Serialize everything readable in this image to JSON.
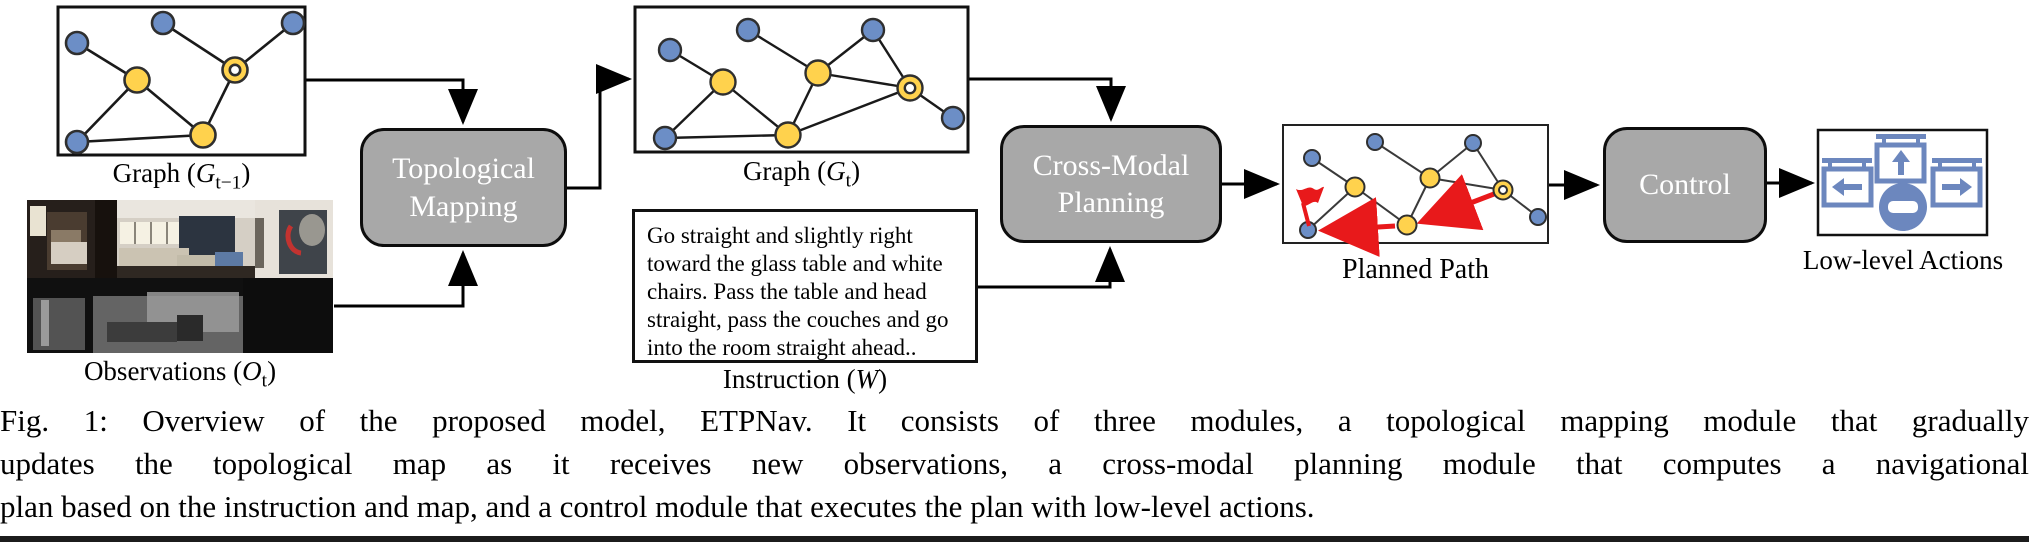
{
  "figure": {
    "graph_prev": {
      "label_prefix": "Graph (",
      "label_var": "G",
      "label_sub": "t−1",
      "label_suffix": ")"
    },
    "graph_cur": {
      "label_prefix": "Graph (",
      "label_var": "G",
      "label_sub": "t",
      "label_suffix": ")"
    },
    "observations": {
      "label_prefix": "Observations (",
      "label_var": "O",
      "label_sub": "t",
      "label_suffix": ")"
    },
    "instruction": {
      "text": "Go straight and slightly right\ntoward the glass table and white\nchairs. Pass the table and head\nstraight, pass the couches and go\ninto the room straight ahead..",
      "label_prefix": "Instruction (",
      "label_var": "W",
      "label_suffix": ")"
    },
    "modules": {
      "topological_mapping": "Topological\nMapping",
      "cross_modal_planning": "Cross-Modal\nPlanning",
      "control": "Control"
    },
    "planned_path_label": "Planned Path",
    "low_level_actions_label": "Low-level Actions",
    "icons": [
      "left-arrow-sign",
      "up-arrow-sign",
      "right-arrow-sign",
      "stop-sign",
      "goal-flag"
    ]
  },
  "caption": {
    "line1": "Fig. 1: Overview of the proposed model, ETPNav. It consists of three modules, a topological mapping module that gradually",
    "line2": "updates the topological map as it receives new observations, a cross-modal planning module that computes a navigational",
    "line3": "plan based on the instruction and map, and a control module that executes the plan with low-level actions."
  },
  "colors": {
    "node_blue": "#6c8ec6",
    "node_yellow": "#ffd24d",
    "node_border": "#2f2f2f",
    "module_gray": "#a8a8a8",
    "module_text": "#ffffff",
    "path_red": "#e8191b",
    "action_blue": "#6c87be",
    "arrow_black": "#000000"
  }
}
